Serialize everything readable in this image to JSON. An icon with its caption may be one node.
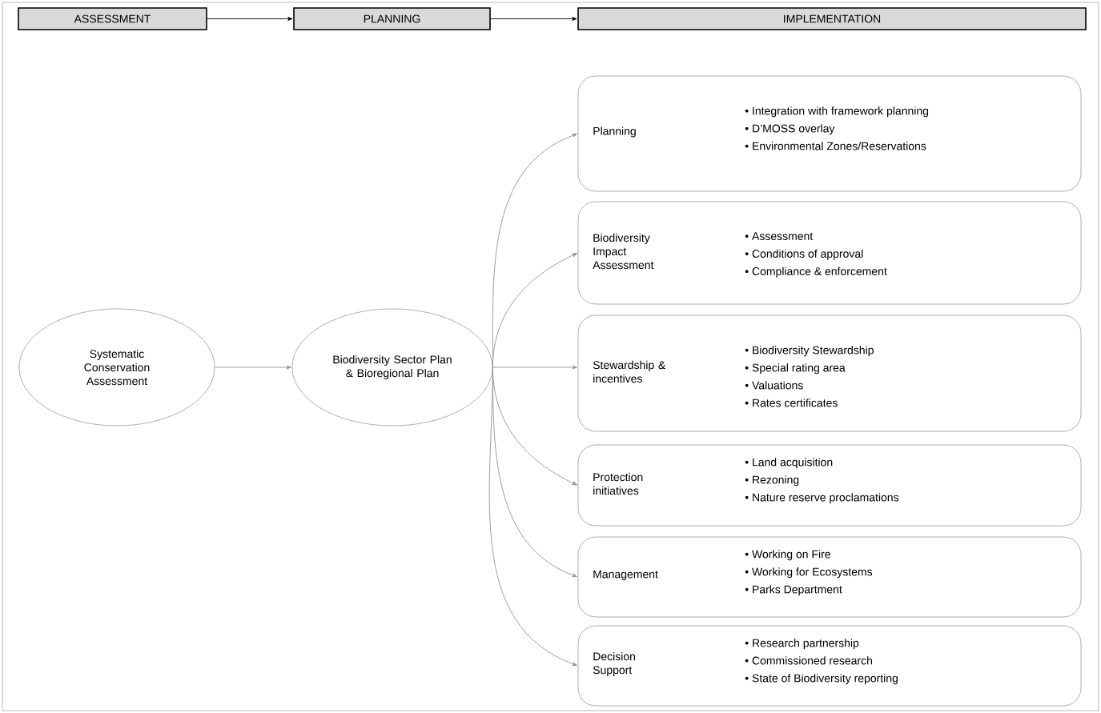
{
  "diagram": {
    "nodes": [
      {
        "text": [
          "ASSESSMENT"
        ]
      },
      {
        "text": [
          "PLANNING"
        ]
      },
      {
        "text": [
          "IMPLEMENTATION"
        ]
      },
      {
        "text": [
          "Systematic Conservation Assessment"
        ]
      },
      {
        "text": [
          "Biodiversity Sector Plan & Bioregional Plan"
        ]
      },
      {
        "text": [
          "Planning",
          "• Integration with framework planning",
          "• D’MOSS overlay",
          "• Environmental Zones/Reservations"
        ]
      },
      {
        "text": [
          "Biodiversity Impact Assessment",
          "• Assessment",
          "• Conditions of approval",
          "• Compliance & enforcement"
        ]
      },
      {
        "text": [
          "Stewardship & incentives",
          "• Biodiversity Stewardship",
          "• Special rating area",
          "• Valuations",
          "• Rates certificates"
        ]
      },
      {
        "text": [
          "Protection initiatives",
          "• Land acquisition",
          "• Rezoning",
          "• Nature reserve proclamations"
        ]
      },
      {
        "text": [
          "Management",
          "• Working on Fire",
          "• Working for Ecosystems",
          "• Parks Department"
        ]
      },
      {
        "text": [
          "Decision Support",
          "• Research partnership",
          "• Commissioned research",
          "• State of Biodiversity reporting"
        ]
      }
    ],
    "edges": [
      {
        "from": 0,
        "to": 1,
        "arrow": "to",
        "color": "#000000"
      },
      {
        "from": 1,
        "to": 2,
        "arrow": "to",
        "color": "#000000"
      },
      {
        "from": 3,
        "to": 4,
        "arrow": "to"
      },
      {
        "from": 4,
        "to": 5,
        "arrow": "to"
      },
      {
        "from": 4,
        "to": 6,
        "arrow": "to"
      },
      {
        "from": 4,
        "to": 7,
        "arrow": "to"
      },
      {
        "from": 4,
        "to": 8,
        "arrow": "to"
      },
      {
        "from": 4,
        "to": 9,
        "arrow": "to"
      },
      {
        "from": 4,
        "to": 10,
        "arrow": "to"
      }
    ]
  }
}
